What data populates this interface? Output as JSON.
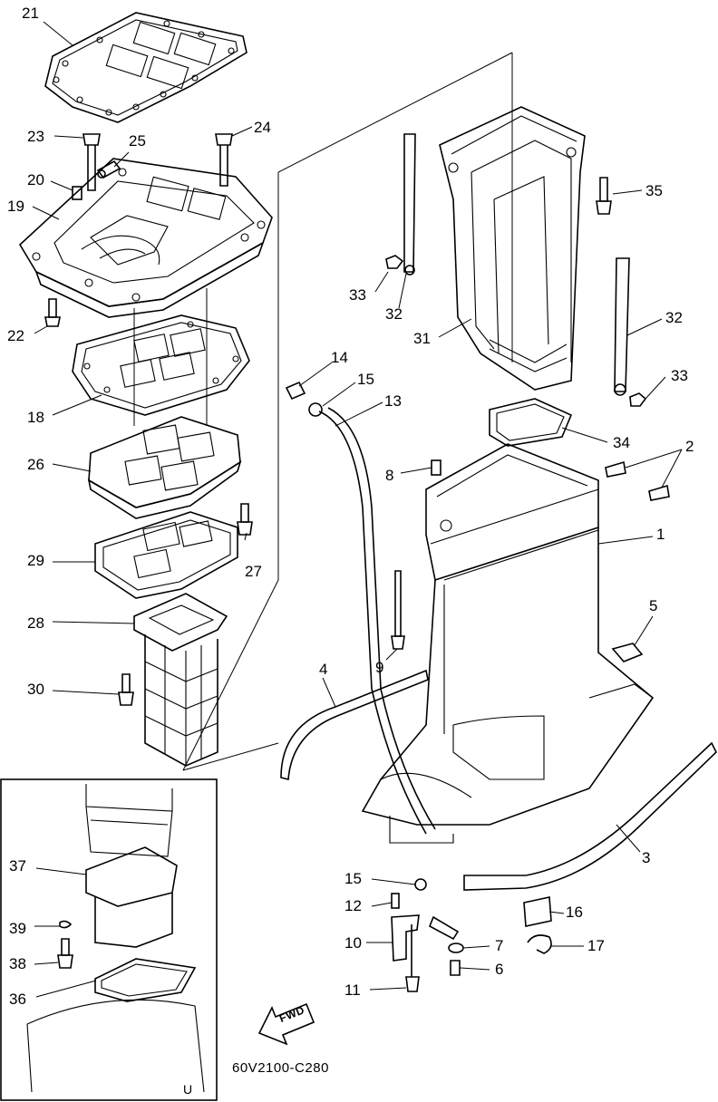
{
  "diagram": {
    "drawing_code": "60V2100-C280",
    "inset_label": "U",
    "arrow_label": "FWD",
    "callouts": [
      "21",
      "23",
      "25",
      "24",
      "20",
      "19",
      "22",
      "35",
      "33",
      "32",
      "31",
      "32",
      "33",
      "14",
      "15",
      "13",
      "18",
      "34",
      "8",
      "2",
      "26",
      "1",
      "27",
      "29",
      "5",
      "28",
      "9",
      "4",
      "30",
      "3",
      "37",
      "15",
      "12",
      "16",
      "39",
      "10",
      "7",
      "17",
      "38",
      "6",
      "36",
      "11"
    ]
  }
}
